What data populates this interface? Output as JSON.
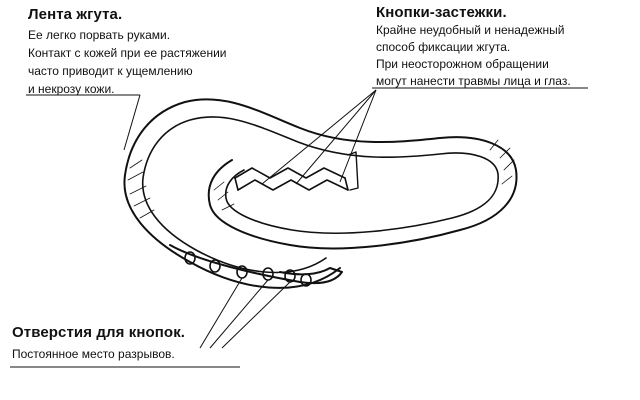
{
  "annotations": {
    "strap": {
      "title": "Лента жгута.",
      "lines": [
        "Ее  легко  порвать  руками.",
        "Контакт с кожей при ее растяжении",
        "часто приводит к ущемлению",
        "и некрозу кожи."
      ]
    },
    "buttons": {
      "title": "Кнопки-застежки.",
      "lines": [
        "Крайне неудобный и ненадежный",
        "способ фиксации жгута.",
        "При  неосторожном  обращении",
        "могут нанести травмы лица и глаз."
      ]
    },
    "holes": {
      "title": "Отверстия для кнопок.",
      "lines": [
        "Постоянное   место разрывов."
      ]
    }
  },
  "colors": {
    "ink": "#111111",
    "background": "#ffffff"
  }
}
